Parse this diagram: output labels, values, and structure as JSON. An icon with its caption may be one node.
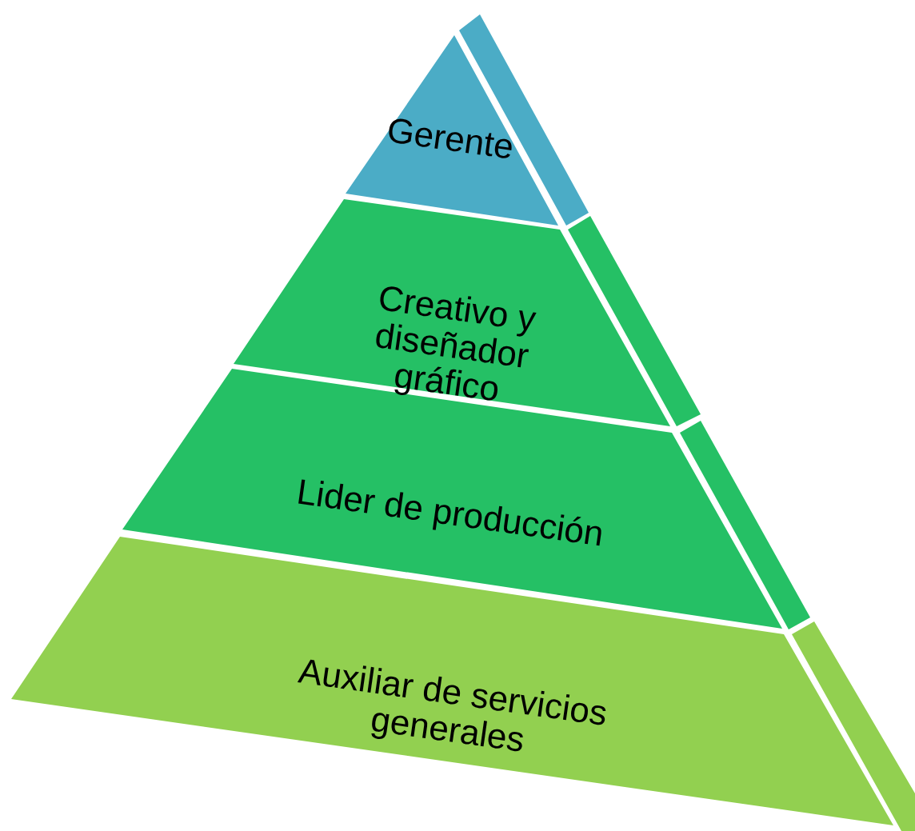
{
  "diagram": {
    "nodes": [
      {
        "text": [
          "Gerente"
        ]
      },
      {
        "text": [
          "Creativo y diseñador gráfico"
        ]
      },
      {
        "text": [
          "Lider de producción"
        ]
      },
      {
        "text": [
          "Auxiliar de servicios generales"
        ]
      }
    ]
  }
}
